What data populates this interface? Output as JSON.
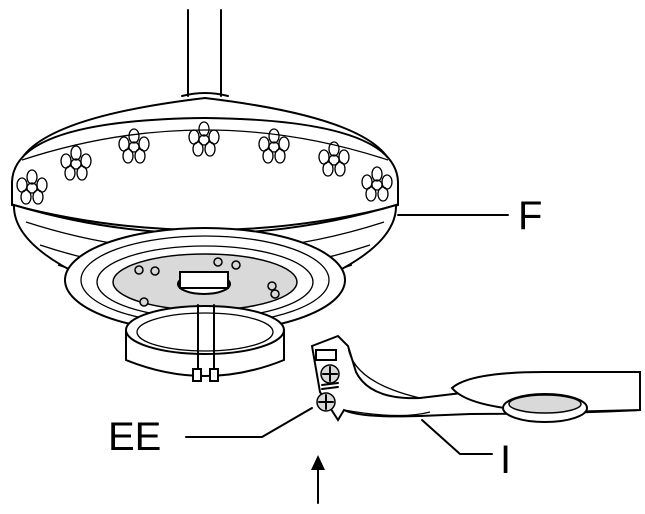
{
  "labels": {
    "fan_housing": "F",
    "screws": "EE",
    "blade_arm": "I"
  }
}
